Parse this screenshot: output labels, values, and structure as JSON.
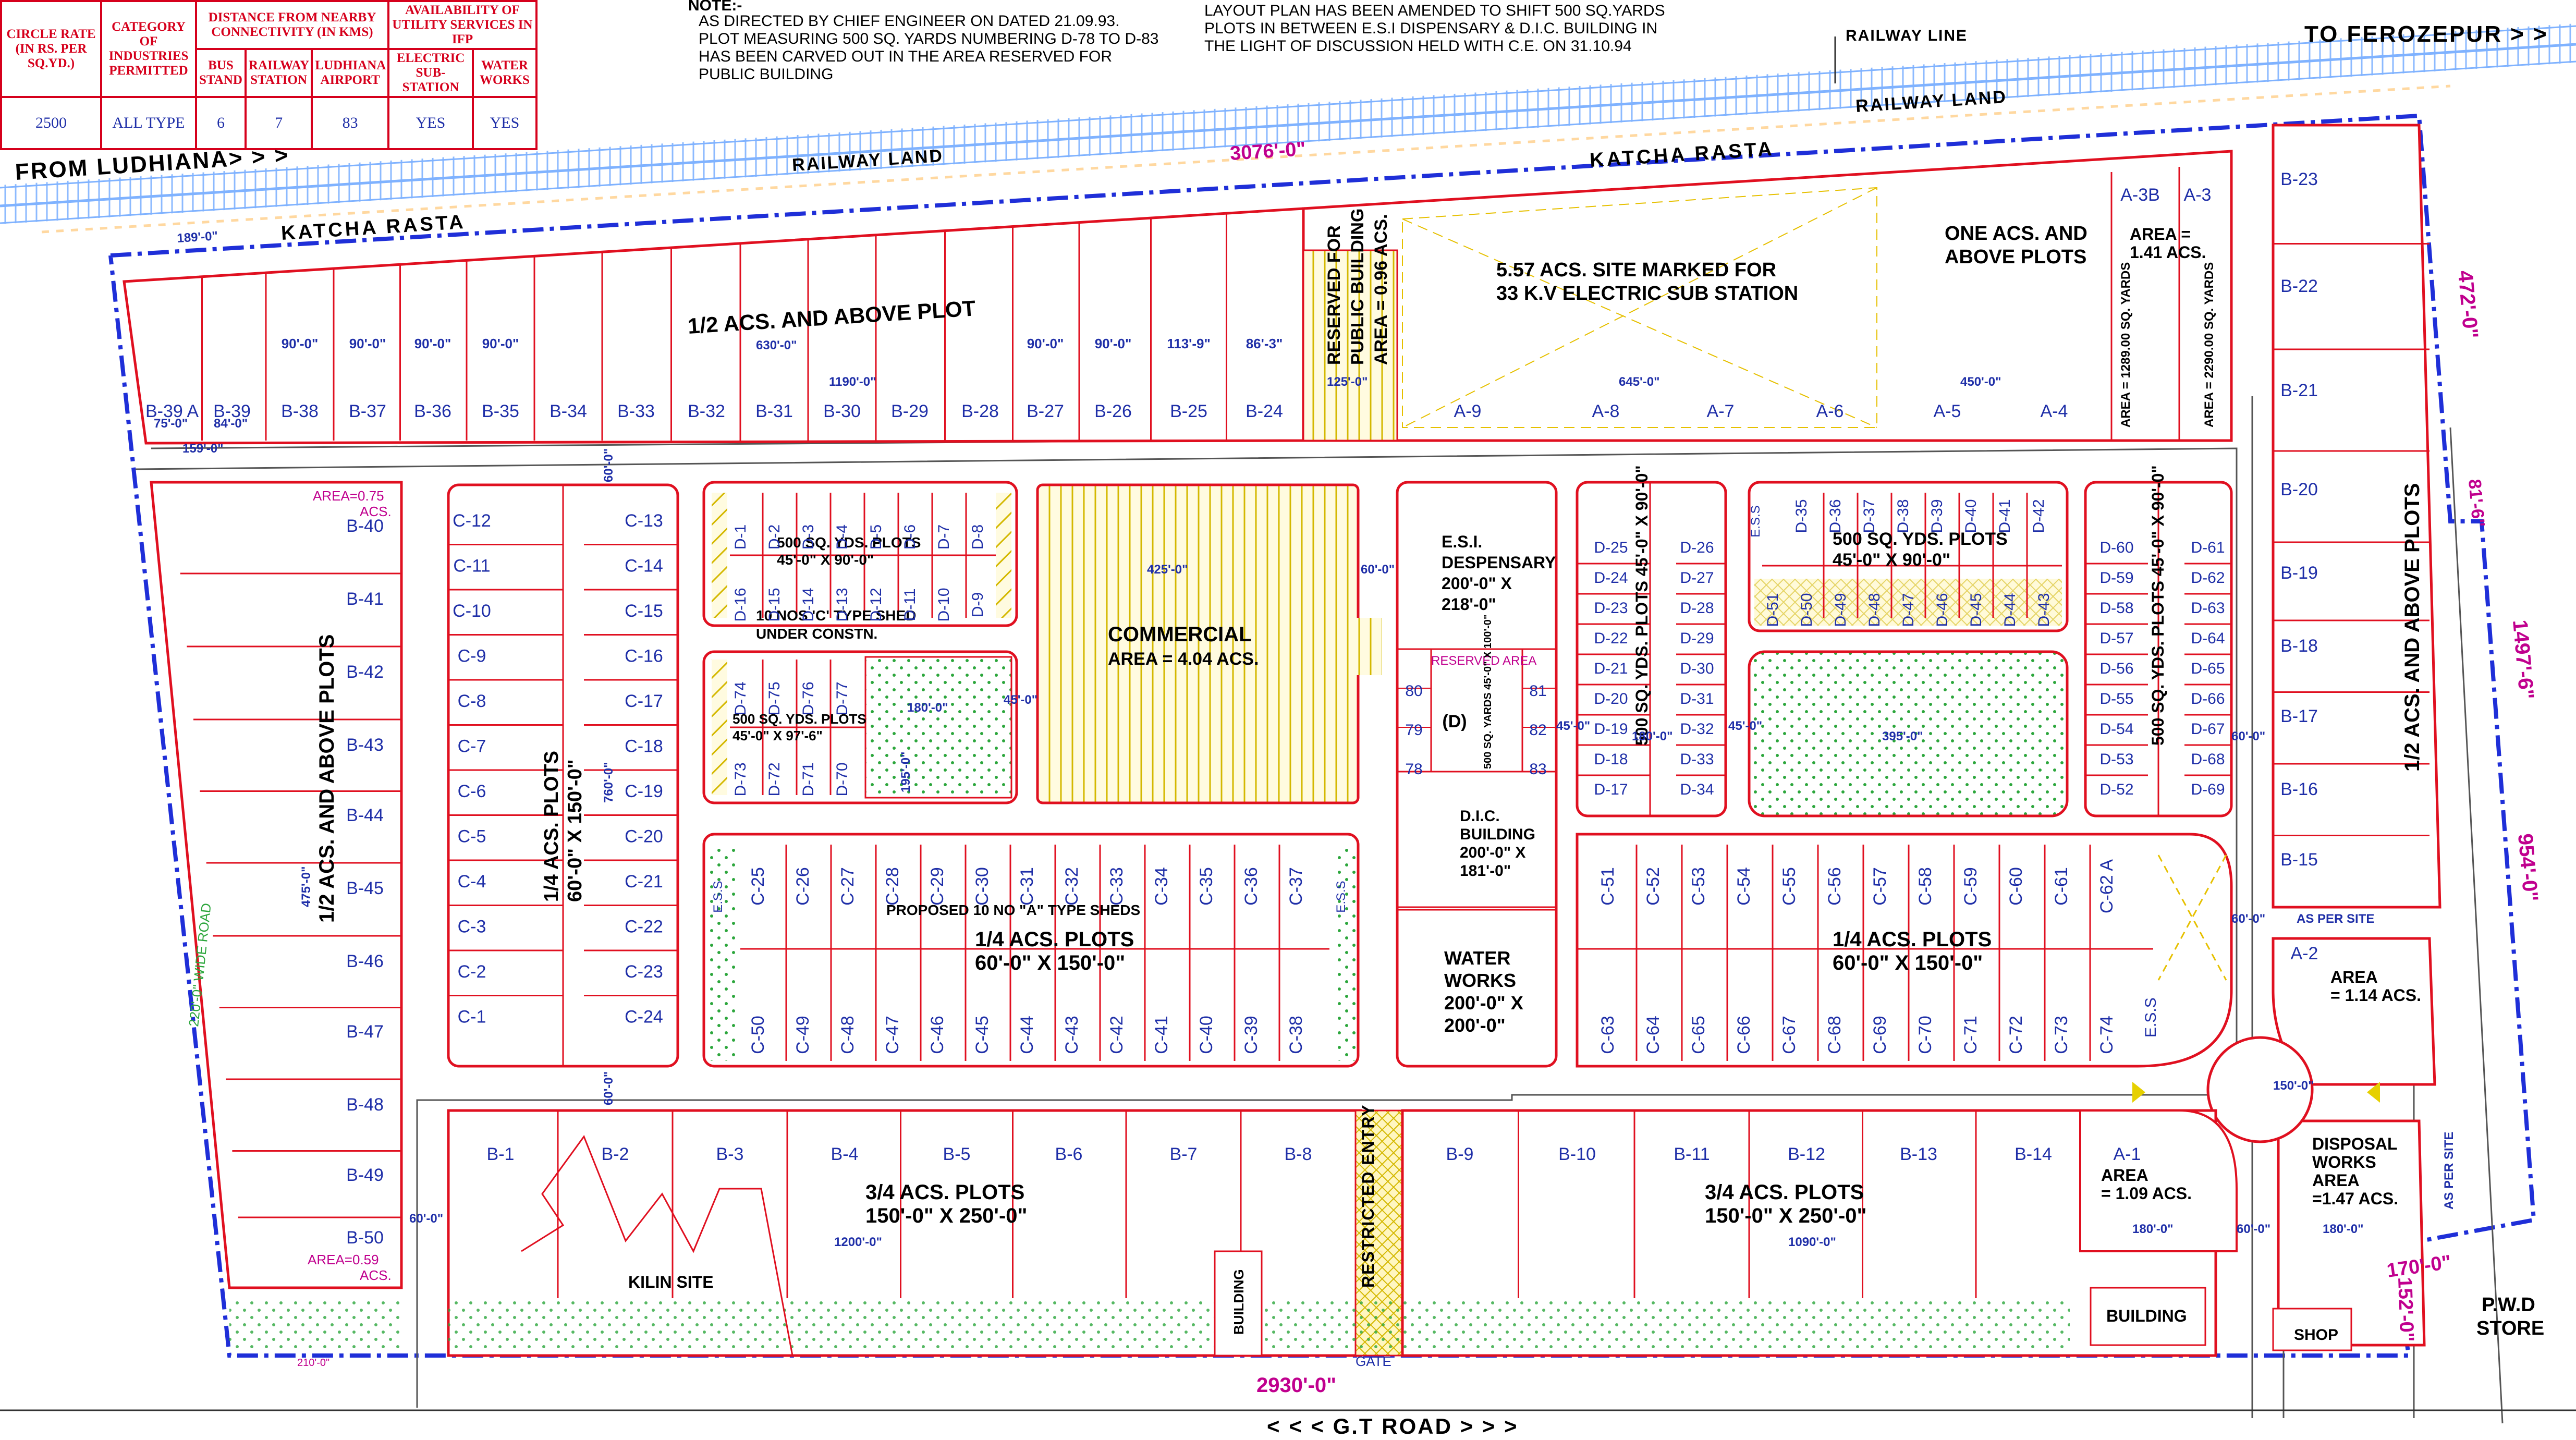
{
  "header_table": {
    "col1_h": "CIRCLE RATE (IN RS. PER SQ.YD.)",
    "col2_h": "CATEGORY OF INDUSTRIES PERMITTED",
    "group3_h": "DISTANCE FROM NEARBY CONNECTIVITY (IN KMS)",
    "group4_h": "AVAILABILITY OF UTILITY SERVICES IN IFP",
    "sub": [
      "BUS STAND",
      "RAILWAY STATION",
      "LUDHIANA AIRPORT",
      "ELECTRIC SUB-STATION",
      "WATER WORKS"
    ],
    "values": [
      "2500",
      "ALL TYPE",
      "6",
      "7",
      "83",
      "YES",
      "YES"
    ]
  },
  "notes": {
    "note_label": "NOTE:-",
    "note1": [
      "AS DIRECTED BY CHIEF ENGINEER ON  DATED 21.09.93.",
      "PLOT MEASURING 500 SQ. YARDS NUMBERING D-78 TO D-83",
      "HAS BEEN CARVED OUT IN THE AREA RESERVED FOR",
      "PUBLIC BUILDING"
    ],
    "note2": [
      "LAYOUT PLAN HAS BEEN AMENDED TO SHIFT 500 SQ.YARDS",
      "PLOTS IN BETWEEN E.S.I DISPENSARY & D.I.C. BUILDING IN",
      "THE LIGHT OF DISCUSSION HELD  WITH C.E. ON 31.10.94"
    ]
  },
  "labels": {
    "from_ludhiana": "FROM LUDHIANA> > >",
    "to_ferozepur": "TO FEROZEPUR > >",
    "railway_line": "RAILWAY LINE",
    "railway_land": "RAILWAY LAND",
    "katcha_rasta": "KATCHA RASTA",
    "gt_road": "< < < G.T ROAD > > >",
    "pwd_store": [
      "P.W.D",
      "STORE"
    ],
    "wide_road": "220'-0\" WIDE ROAD",
    "gate": "GATE",
    "restricted": "RESTRICTED ENTRY",
    "kilin": "KILIN SITE",
    "building": "BUILDING",
    "shop": "SHOP",
    "as_per_site": "AS PER SITE"
  },
  "boundary_dims": {
    "north": "3076'-0\"",
    "south": "2930'-0\"",
    "east_upper": "472'-0\"",
    "east_mid": "1497'-6\"",
    "east_low": "954'-0\"",
    "jog": "81'-6\"",
    "se_a": "170'-0\"",
    "se_b": "152'-0\"",
    "nw": "189'-0\""
  },
  "zones": {
    "half_north": "1/2 ACS. AND ABOVE PLOT",
    "half_west": "1/2 ACS. AND ABOVE PLOTS",
    "half_east": "1/2 ACS. AND ABOVE PLOTS",
    "one_acre": [
      "ONE ACS. AND",
      "ABOVE PLOTS"
    ],
    "substation": [
      "5.57 ACS. SITE MARKED FOR",
      "33 K.V ELECTRIC SUB STATION"
    ],
    "public_bldg": [
      "RESERVED FOR",
      "PUBLIC BUILDING",
      "AREA = 0.96 ACS."
    ],
    "commercial": [
      "COMMERCIAL",
      "AREA = 4.04 ACS."
    ],
    "esi": [
      "E.S.I.",
      "DESPENSARY",
      "200'-0\" X",
      "218'-0\""
    ],
    "dic": [
      "D.I.C.",
      "BUILDING",
      "200'-0\" X",
      "181'-0\""
    ],
    "water": [
      "WATER",
      "WORKS",
      "200'-0\" X",
      "200'-0\""
    ],
    "reserved_area": "RESERVED AREA",
    "disposal": [
      "DISPOSAL",
      "WORKS",
      "AREA",
      "=1.47 ACS."
    ],
    "a2_area": [
      "AREA",
      "= 1.14 ACS."
    ],
    "a1_area": [
      "AREA",
      "= 1.09 ACS."
    ],
    "a3b_area": [
      "AREA =",
      "1.41 ACS."
    ],
    "b40_area": [
      "AREA=0.75",
      "ACS."
    ],
    "b50_area": [
      "AREA=0.59",
      "ACS."
    ],
    "quarter_c": [
      "1/4 ACS. PLOTS",
      "60'-0\" X 150'-0\""
    ],
    "quarter_c_mid": [
      "1/4  ACS. PLOTS",
      "60'-0\" X 150'-0\""
    ],
    "quarter_c_right": [
      "1/4  ACS. PLOTS",
      "60'-0\" X 150'-0\""
    ],
    "three_q_left": [
      "3/4  ACS.  PLOTS",
      "150'-0\" X 250'-0\""
    ],
    "three_q_right": [
      "3/4  ACS.  PLOTS",
      "150'-0\" X 250'-0\""
    ],
    "d500_a": [
      "500 SQ. YDS. PLOTS",
      "45'-0\" X 90'-0\""
    ],
    "d500_b": [
      "500 SQ. YDS. PLOTS",
      "45'-0\" X 97'-6\""
    ],
    "d500_c": [
      "500 SQ. YDS. PLOTS",
      "45'-0\" X 90'-0\""
    ],
    "d500_vert": "500 SQ. YDS. PLOTS 45'-0\" X 90'-0\"",
    "d500_vert2": "500 SQ. YDS. PLOTS 45'-0\" X 90'-0\"",
    "c_sheds": [
      "10 NOS 'C' TYPE SHED",
      "UNDER CONSTN."
    ],
    "a_sheds": "PROPOSED 10 NO \"A\" TYPE SHEDS",
    "a3_size": "AREA = 2290.00 SQ. YARDS",
    "a3b_size": "AREA = 1289.00 SQ. YARDS",
    "d_mini": "500 SQ. YARDS 45'-0\" X 100'-0\"",
    "ess": "E.S.S"
  },
  "plots_b_top": [
    "B-39 A",
    "B-39",
    "B-38",
    "B-37",
    "B-36",
    "B-35",
    "B-34",
    "B-33",
    "B-32",
    "B-31",
    "B-30",
    "B-29",
    "B-28",
    "B-27",
    "B-26",
    "B-25",
    "B-24"
  ],
  "plots_a_top": [
    "A-9",
    "A-8",
    "A-7",
    "A-6",
    "A-5",
    "A-4",
    "A-3B",
    "A-3"
  ],
  "plots_b_west": [
    "B-40",
    "B-41",
    "B-42",
    "B-43",
    "B-44",
    "B-45",
    "B-46",
    "B-47",
    "B-48",
    "B-49",
    "B-50"
  ],
  "plots_b_east": [
    "B-23",
    "B-22",
    "B-21",
    "B-20",
    "B-19",
    "B-18",
    "B-17",
    "B-16",
    "B-15"
  ],
  "plots_c_left_l": [
    "C-12",
    "C-11",
    "C-10",
    "C-9",
    "C-8",
    "C-7",
    "C-6",
    "C-5",
    "C-4",
    "C-3",
    "C-2",
    "C-1"
  ],
  "plots_c_left_r": [
    "C-13",
    "C-14",
    "C-15",
    "C-16",
    "C-17",
    "C-18",
    "C-19",
    "C-20",
    "C-21",
    "C-22",
    "C-23",
    "C-24"
  ],
  "plots_c_mid_top": [
    "C-25",
    "C-26",
    "C-27",
    "C-28",
    "C-29",
    "C-30",
    "C-31",
    "C-32",
    "C-33",
    "C-34",
    "C-35",
    "C-36",
    "C-37"
  ],
  "plots_c_mid_bot": [
    "C-50",
    "C-49",
    "C-48",
    "C-47",
    "C-46",
    "C-45",
    "C-44",
    "C-43",
    "C-42",
    "C-41",
    "C-40",
    "C-39",
    "C-38"
  ],
  "plots_c_right_top": [
    "C-51",
    "C-52",
    "C-53",
    "C-54",
    "C-55",
    "C-56",
    "C-57",
    "C-58",
    "C-59",
    "C-60",
    "C-61",
    "C-62 A"
  ],
  "plots_c_right_bot": [
    "C-63",
    "C-64",
    "C-65",
    "C-66",
    "C-67",
    "C-68",
    "C-69",
    "C-70",
    "C-71",
    "C-72",
    "C-73",
    "C-74"
  ],
  "plots_b_bottom": [
    "B-1",
    "B-2",
    "B-3",
    "B-4",
    "B-5",
    "B-6",
    "B-7",
    "B-8",
    "B-9",
    "B-10",
    "B-11",
    "B-12",
    "B-13",
    "B-14"
  ],
  "plots_d_a_top": [
    "D-1",
    "D-2",
    "D-3",
    "D-4",
    "D-5",
    "D-6",
    "D-7",
    "D-8"
  ],
  "plots_d_a_bot": [
    "D-16",
    "D-15",
    "D-14",
    "D-13",
    "D-12",
    "D-11",
    "D-10",
    "D-9"
  ],
  "plots_d_b_top": [
    "D-74",
    "D-75",
    "D-76",
    "D-77"
  ],
  "plots_d_b_bot": [
    "D-73",
    "D-72",
    "D-71",
    "D-70"
  ],
  "plots_d_c_l": [
    "D-25",
    "D-24",
    "D-23",
    "D-22",
    "D-21",
    "D-20",
    "D-19",
    "D-18",
    "D-17"
  ],
  "plots_d_c_r": [
    "D-26",
    "D-27",
    "D-28",
    "D-29",
    "D-30",
    "D-31",
    "D-32",
    "D-33",
    "D-34"
  ],
  "plots_d_d_top": [
    "D-35",
    "D-36",
    "D-37",
    "D-38",
    "D-39",
    "D-40",
    "D-41",
    "D-42"
  ],
  "plots_d_d_bot": [
    "D-51",
    "D-50",
    "D-49",
    "D-48",
    "D-47",
    "D-46",
    "D-45",
    "D-44",
    "D-43"
  ],
  "plots_d_e_l": [
    "D-60",
    "D-59",
    "D-58",
    "D-57",
    "D-56",
    "D-55",
    "D-54",
    "D-53",
    "D-52"
  ],
  "plots_d_e_r": [
    "D-61",
    "D-62",
    "D-63",
    "D-64",
    "D-65",
    "D-66",
    "D-67",
    "D-68",
    "D-69"
  ],
  "plots_d_mini_l": [
    "80",
    "79",
    "78"
  ],
  "plots_d_mini_r": [
    "81",
    "82",
    "83"
  ],
  "plot_d_mini": "(D)",
  "plot_a1": "A-1",
  "plot_a2": "A-2",
  "road_dims": {
    "b_top_left": [
      "90'-0\"",
      "90'-0\"",
      "90'-0\"",
      "90'-0\""
    ],
    "b_top_right": [
      "90'-0\"",
      "90'-0\"",
      "113'-9\"",
      "86'-3\""
    ],
    "len_630": "630'-0\"",
    "len_1190": "1190'-0\"",
    "len_125": "125'-0\"",
    "len_645": "645'-0\"",
    "len_450": "450'-0\"",
    "len_75": "75'-0\"",
    "len_84": "84'-0\"",
    "len_159": "159'-0\"",
    "len_60": "60'-0\"",
    "len_425": "425'-0\"",
    "len_45": "45'-0\"",
    "len_180": "180'-0\"",
    "len_395": "395'-0\"",
    "len_150": "150'-0\"",
    "len_1200": "1200'-0\"",
    "len_1090": "1090'-0\"",
    "len_475": "475'-0\"",
    "len_195": "195'-0\"",
    "len_760": "760'-0\""
  }
}
